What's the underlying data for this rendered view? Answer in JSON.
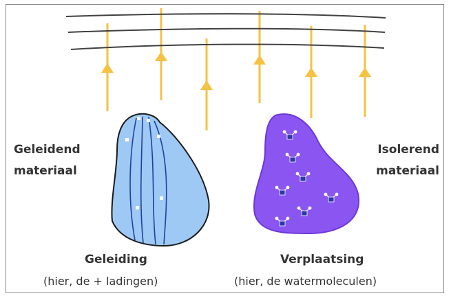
{
  "labels": {
    "left_material": [
      "Geleidend",
      "materiaal"
    ],
    "right_material": [
      "Isolerend",
      "materiaal"
    ],
    "left_title": "Geleiding",
    "left_sub": "(hier, de + ladingen)",
    "right_title": "Verplaatsing",
    "right_sub": "(hier, de watermoleculen)"
  },
  "colors": {
    "arrow": "#f5c242",
    "field_line": "#404040",
    "conductor_fill": "#9ec9f5",
    "conductor_line": "#1f3fa0",
    "insulator_fill": "#8a55f0",
    "insulator_outline": "#6d38d8",
    "molecule_center": "#2b3aa8",
    "molecule_hydrogen": "#ffffff"
  }
}
